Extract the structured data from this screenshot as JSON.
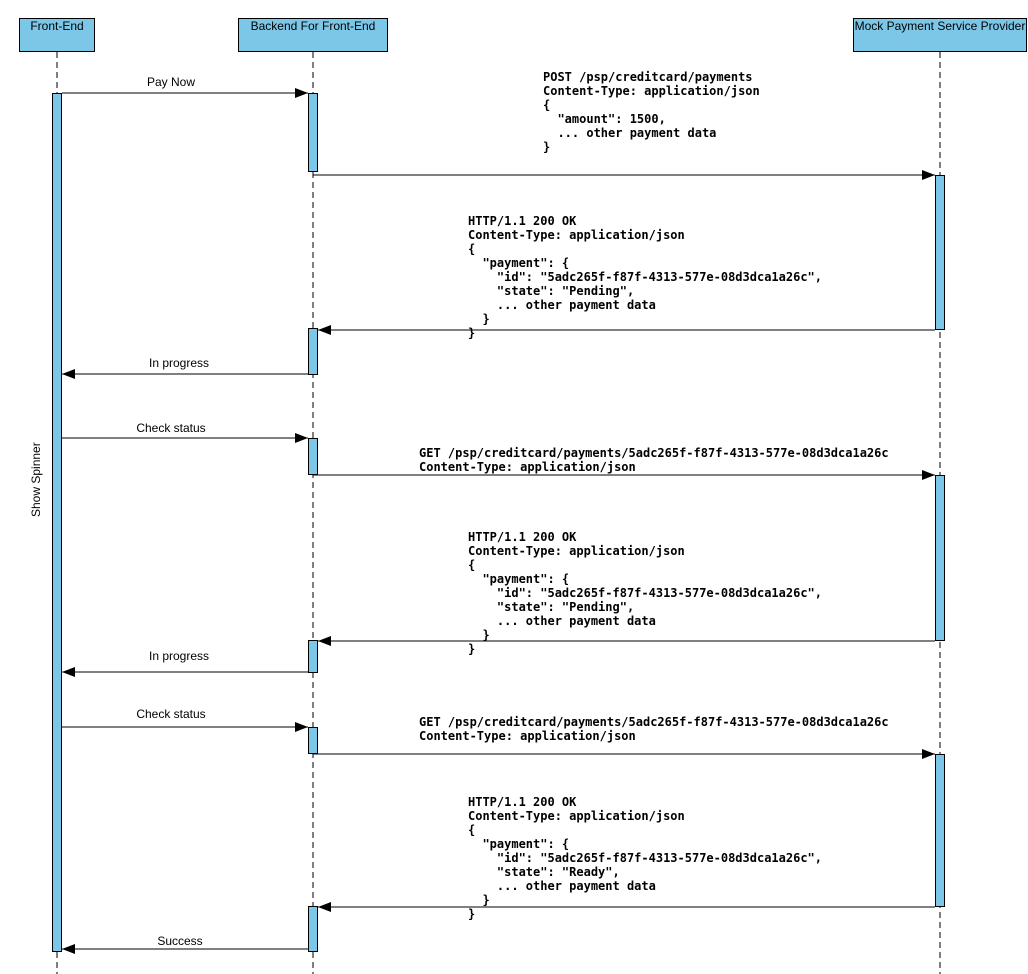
{
  "actors": [
    {
      "id": "front-end",
      "label": "Front-End"
    },
    {
      "id": "backend-for-front-end",
      "label": "Backend For Front-End"
    },
    {
      "id": "mock-payment-service-provider",
      "label": "Mock Payment Service Provider"
    }
  ],
  "annotations": {
    "show_spinner": "Show Spinner"
  },
  "labels": {
    "pay_now": "Pay Now",
    "in_progress_1": "In progress",
    "check_status_1": "Check status",
    "in_progress_2": "In progress",
    "check_status_2": "Check status",
    "success": "Success"
  },
  "code_blocks": {
    "post_payment_request": "POST /psp/creditcard/payments\nContent-Type: application/json\n{\n  \"amount\": 1500,\n  ... other payment data\n}",
    "payment_response_pending_1": "HTTP/1.1 200 OK\nContent-Type: application/json\n{\n  \"payment\": {\n    \"id\": \"5adc265f-f87f-4313-577e-08d3dca1a26c\",\n    \"state\": \"Pending\",\n    ... other payment data\n  }\n}",
    "get_payment_request_1": "GET /psp/creditcard/payments/5adc265f-f87f-4313-577e-08d3dca1a26c\nContent-Type: application/json",
    "payment_response_pending_2": "HTTP/1.1 200 OK\nContent-Type: application/json\n{\n  \"payment\": {\n    \"id\": \"5adc265f-f87f-4313-577e-08d3dca1a26c\",\n    \"state\": \"Pending\",\n    ... other payment data\n  }\n}",
    "get_payment_request_2": "GET /psp/creditcard/payments/5adc265f-f87f-4313-577e-08d3dca1a26c\nContent-Type: application/json",
    "payment_response_ready": "HTTP/1.1 200 OK\nContent-Type: application/json\n{\n  \"payment\": {\n    \"id\": \"5adc265f-f87f-4313-577e-08d3dca1a26c\",\n    \"state\": \"Ready\",\n    ... other payment data\n  }\n}"
  },
  "colors": {
    "actor_fill": "#7cc7e8",
    "line": "#000000",
    "background": "#ffffff"
  }
}
